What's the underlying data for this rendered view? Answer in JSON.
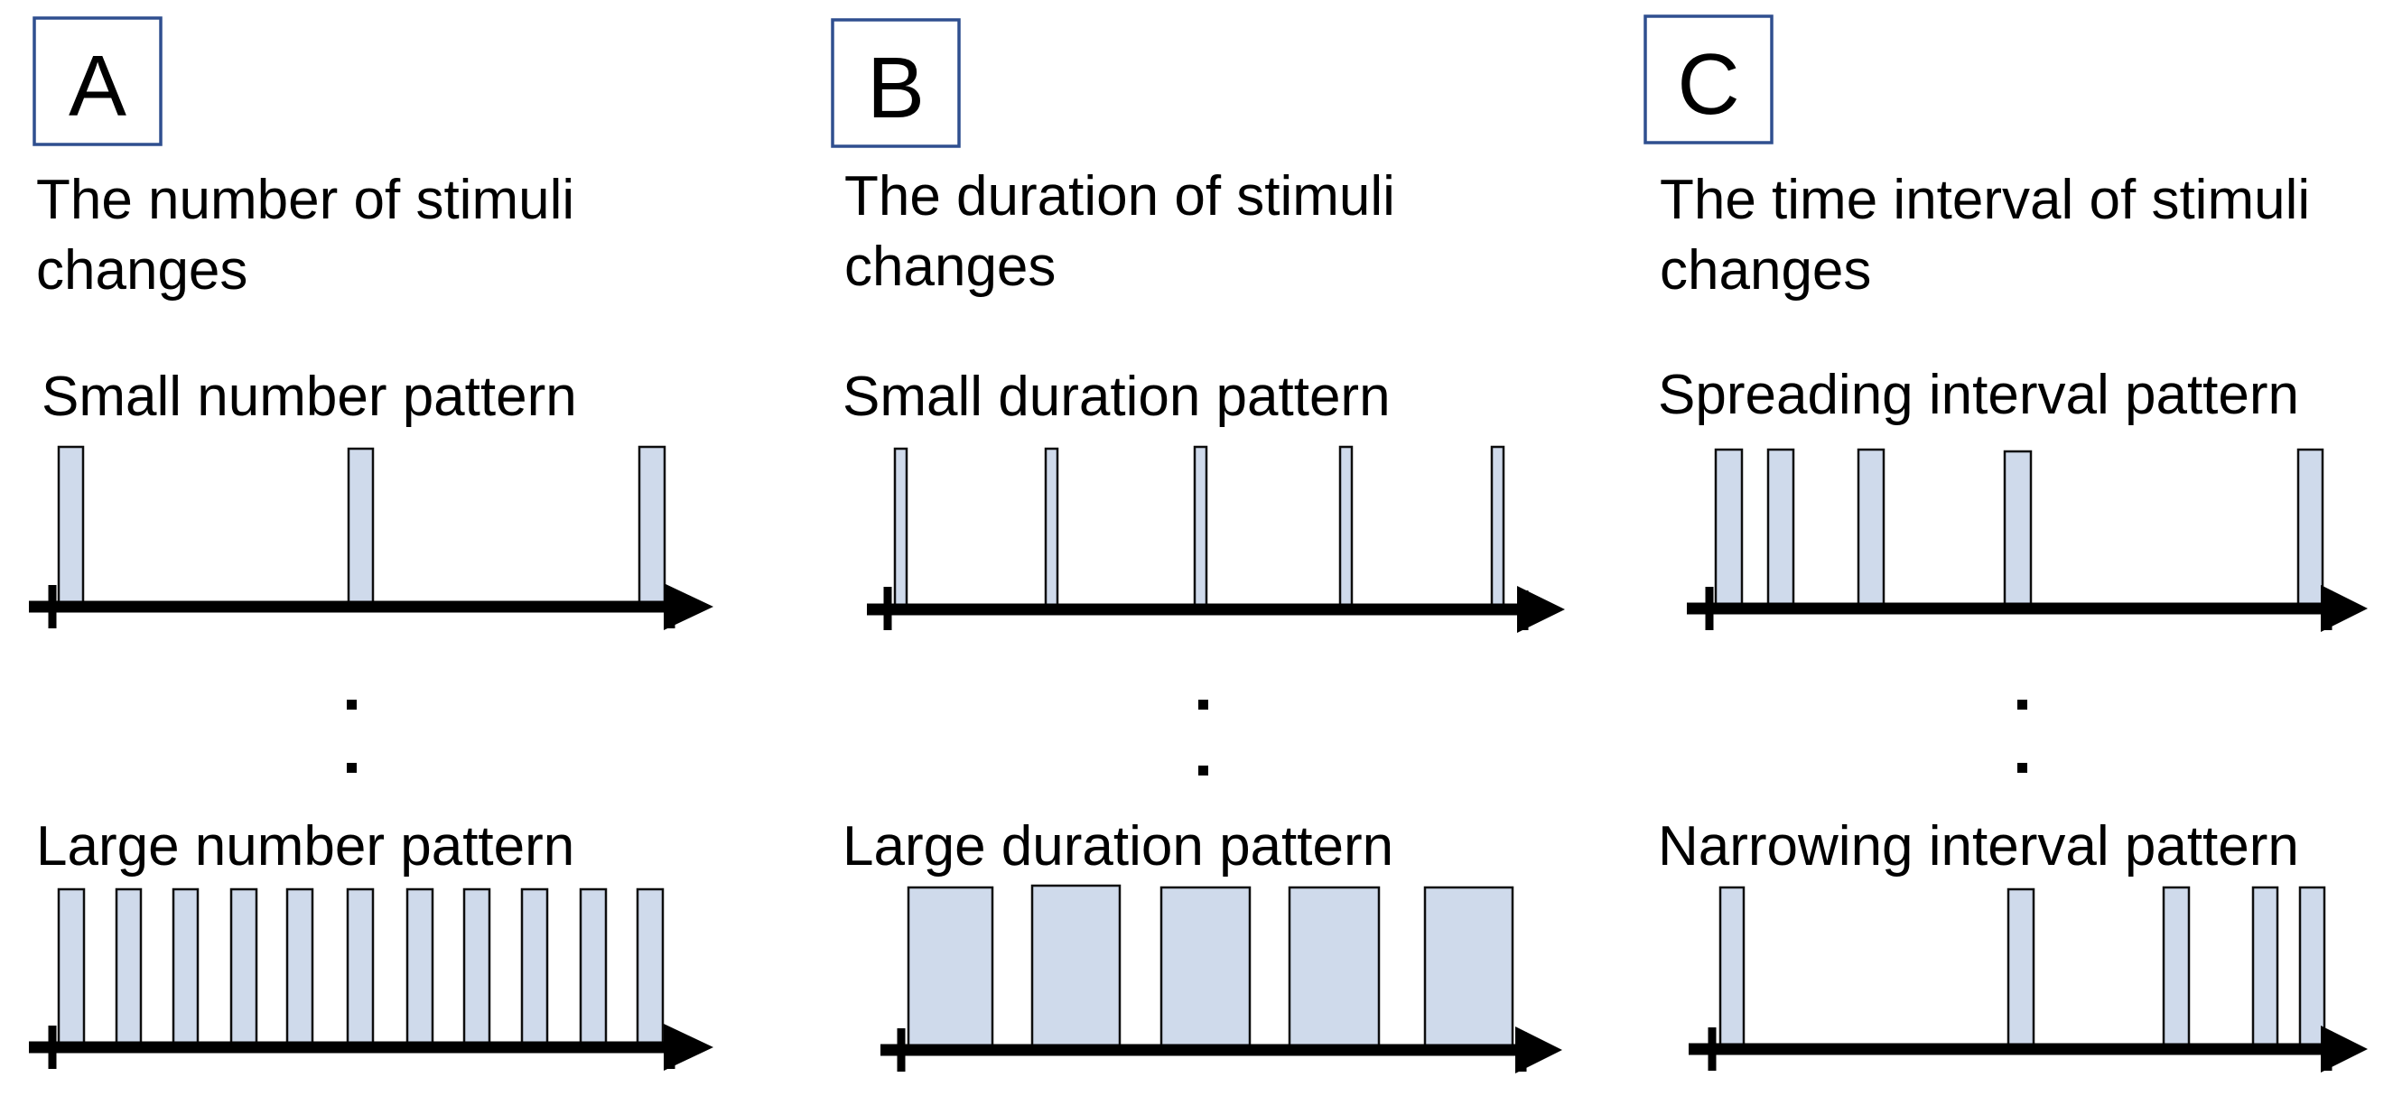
{
  "panels": [
    {
      "letter": "A",
      "heading_line1": "The number of stimuli",
      "heading_line2": "changes",
      "top_label": "Small number pattern",
      "bottom_label": "Large number pattern"
    },
    {
      "letter": "B",
      "heading_line1": "The duration of stimuli",
      "heading_line2": "changes",
      "top_label": "Small duration pattern",
      "bottom_label": "Large duration pattern"
    },
    {
      "letter": "C",
      "heading_line1": "The time interval of stimuli",
      "heading_line2": "changes",
      "top_label": "Spreading interval pattern",
      "bottom_label": "Narrowing interval pattern"
    }
  ],
  "colors": {
    "stimulus_fill": "#cfdaeb",
    "stimulus_stroke": "#0d0d0d",
    "letter_box": "#2f4f8f",
    "axis": "#000000"
  },
  "chart_data": [
    {
      "type": "diagram",
      "panel": "A",
      "rows": [
        {
          "label": "Small number pattern",
          "stimuli_count": 3,
          "relative_onsets": [
            0.0,
            0.5,
            1.0
          ],
          "relative_width": 0.04
        },
        {
          "label": "Large number pattern",
          "stimuli_count": 11,
          "relative_onsets": [
            0.0,
            0.1,
            0.2,
            0.3,
            0.4,
            0.5,
            0.6,
            0.7,
            0.8,
            0.9,
            1.0
          ],
          "relative_width": 0.04
        }
      ]
    },
    {
      "type": "diagram",
      "panel": "B",
      "rows": [
        {
          "label": "Small duration pattern",
          "stimuli_count": 5,
          "relative_onsets": [
            0.0,
            0.25,
            0.5,
            0.75,
            1.0
          ],
          "relative_width": 0.017
        },
        {
          "label": "Large duration pattern",
          "stimuli_count": 5,
          "relative_onsets": [
            0.0,
            0.25,
            0.5,
            0.75,
            1.0
          ],
          "relative_width": 0.145
        }
      ]
    },
    {
      "type": "diagram",
      "panel": "C",
      "rows": [
        {
          "label": "Spreading interval pattern",
          "stimuli_count": 5,
          "relative_onsets": [
            0.0,
            0.09,
            0.24,
            0.49,
            1.0
          ],
          "relative_width": 0.045
        },
        {
          "label": "Narrowing interval pattern",
          "stimuli_count": 5,
          "relative_onsets": [
            0.0,
            0.51,
            0.76,
            0.91,
            1.0
          ],
          "relative_width": 0.045
        }
      ]
    }
  ]
}
